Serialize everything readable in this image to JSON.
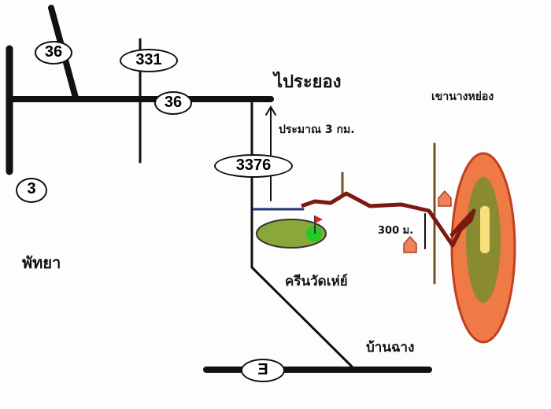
{
  "routes": {
    "r36_a": "36",
    "r331": "331",
    "r36_b": "36",
    "r3_left": "3",
    "r3376": "3376",
    "r3_bottom": "Ǝ"
  },
  "places": {
    "rayong": "ไประยอง",
    "distance": "ประมาณ 3 กม.",
    "khao_nang_yong": "เขานางหย่อง",
    "pattaya": "พัทยา",
    "green": "ครีนวัดเห่ย์",
    "ban_chang": "บ้านฉาง",
    "distance_300": "300 ม."
  },
  "colors": {
    "road": "#111111",
    "trail": "#7a1a10",
    "mountain_outer": "#f07a45",
    "mountain_mid": "#8a8a30",
    "peak": "#f7e07a",
    "green": "#8aa83a",
    "house": "#f08060"
  }
}
